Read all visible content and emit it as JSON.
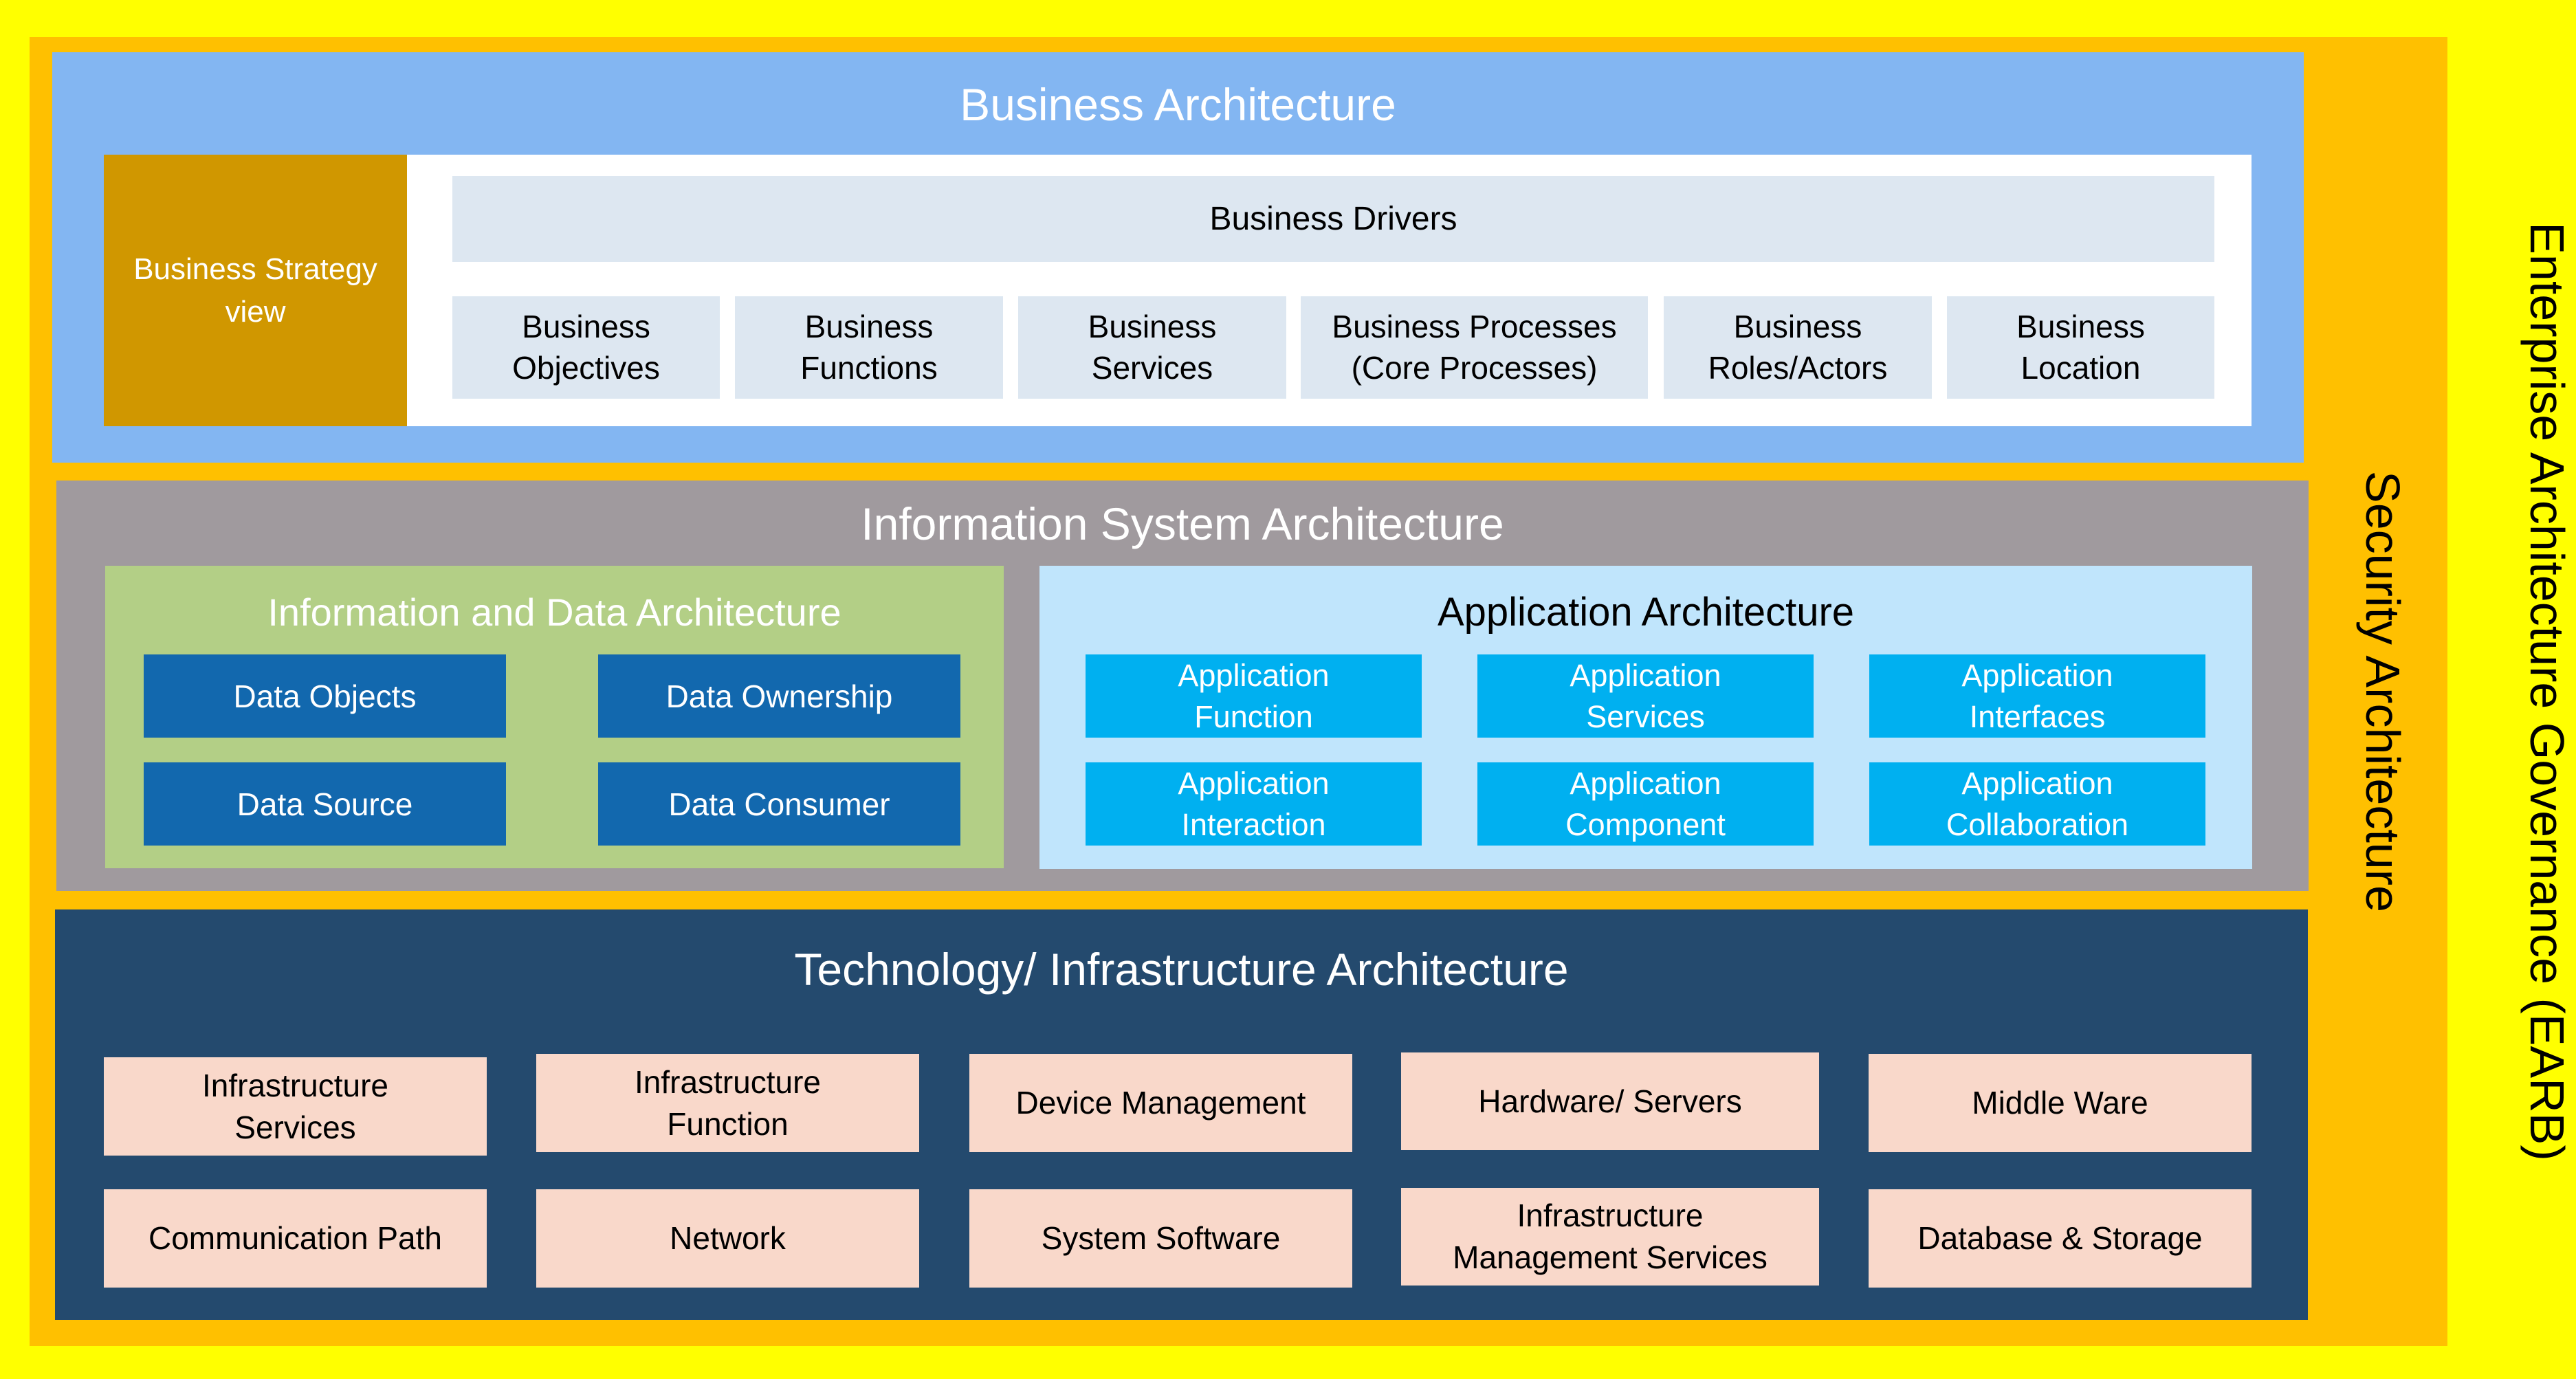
{
  "colors": {
    "page_background": "#FFFF00",
    "security_frame": "#FFC000",
    "business_layer": "#83B6F2",
    "business_strategy": "#D09700",
    "business_tile": "#DDE7F1",
    "information_system_layer": "#A09A9E",
    "data_architecture_panel": "#B3CF86",
    "data_tile": "#1268AE",
    "application_panel": "#C0E5FC",
    "application_tile": "#00B0F0",
    "technology_layer": "#244A6E",
    "technology_tile": "#F9D8CA"
  },
  "governance_label": "Enterprise Architecture Governance (EARB)",
  "security_label": "Security Architecture",
  "business": {
    "title": "Business Architecture",
    "strategy_view": "Business Strategy view",
    "drivers": "Business Drivers",
    "tiles": [
      {
        "line1": "Business",
        "line2": "Objectives"
      },
      {
        "line1": "Business",
        "line2": "Functions"
      },
      {
        "line1": "Business",
        "line2": "Services"
      },
      {
        "line1": "Business Processes",
        "line2": "(Core Processes)"
      },
      {
        "line1": "Business",
        "line2": "Roles/Actors"
      },
      {
        "line1": "Business",
        "line2": "Location"
      }
    ]
  },
  "information_system": {
    "title": "Information System Architecture",
    "data": {
      "title": "Information and Data Architecture",
      "tiles": [
        "Data Objects",
        "Data Ownership",
        "Data Source",
        "Data Consumer"
      ]
    },
    "application": {
      "title": "Application Architecture",
      "tiles": [
        {
          "line1": "Application",
          "line2": "Function"
        },
        {
          "line1": "Application",
          "line2": "Services"
        },
        {
          "line1": "Application",
          "line2": "Interfaces"
        },
        {
          "line1": "Application",
          "line2": "Interaction"
        },
        {
          "line1": "Application",
          "line2": "Component"
        },
        {
          "line1": "Application",
          "line2": "Collaboration"
        }
      ]
    }
  },
  "technology": {
    "title": "Technology/ Infrastructure Architecture",
    "tiles": [
      {
        "line1": "Infrastructure",
        "line2": "Services"
      },
      {
        "line1": "Infrastructure",
        "line2": "Function"
      },
      {
        "line1": "Device Management",
        "line2": ""
      },
      {
        "line1": "Hardware/ Servers",
        "line2": ""
      },
      {
        "line1": "Middle Ware",
        "line2": ""
      },
      {
        "line1": "Communication Path",
        "line2": ""
      },
      {
        "line1": "Network",
        "line2": ""
      },
      {
        "line1": "System Software",
        "line2": ""
      },
      {
        "line1": "Infrastructure",
        "line2": "Management Services"
      },
      {
        "line1": "Database & Storage",
        "line2": ""
      }
    ]
  }
}
